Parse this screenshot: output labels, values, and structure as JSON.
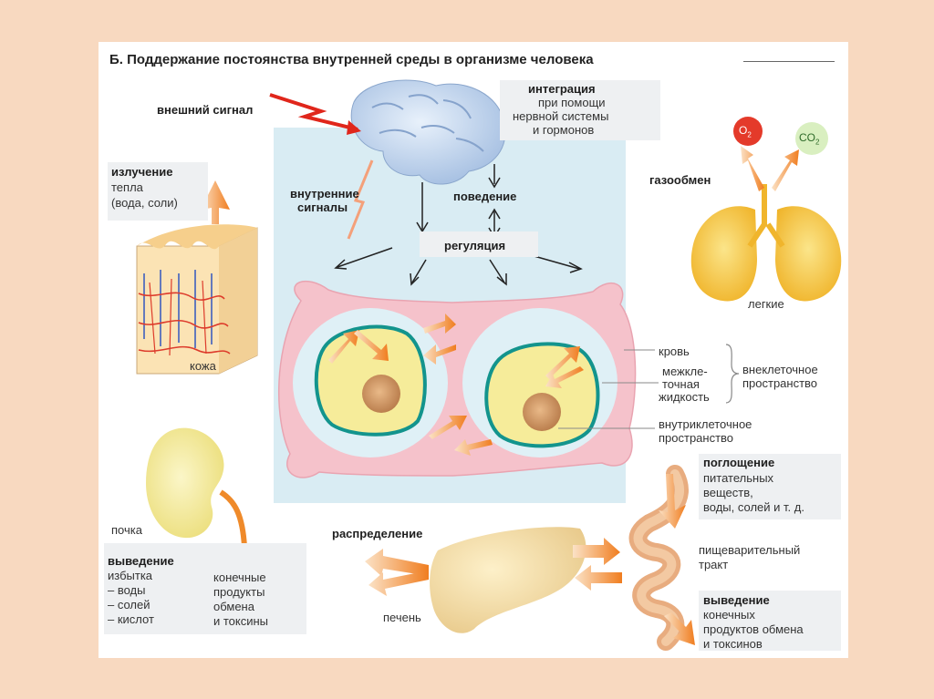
{
  "title": "Б. Поддержание постоянства внутренней среды в организме человека",
  "labels": {
    "external_signal": "внешний сигнал",
    "integration_title": "интеграция",
    "integration_line1": "при помощи",
    "integration_line2": "нервной системы",
    "integration_line3": "и гормонов",
    "internal_signals_line1": "внутренние",
    "internal_signals_line2": "сигналы",
    "behavior": "поведение",
    "regulation": "регуляция",
    "emission_title": "излучение",
    "emission_line1": "тепла",
    "emission_line2": "(вода, соли)",
    "skin": "кожа",
    "gas_exchange": "газообмен",
    "o2": "O",
    "o2_sub": "2",
    "co2": "CO",
    "co2_sub": "2",
    "lungs": "легкие",
    "blood": "кровь",
    "interstitial_line1": "межкле-",
    "interstitial_line2": "точная",
    "interstitial_line3": "жидкость",
    "extracellular_line1": "внеклеточное",
    "extracellular_line2": "пространство",
    "intracellular_line1": "внутриклеточное",
    "intracellular_line2": "пространство",
    "absorption_title": "поглощение",
    "absorption_line1": "питательных",
    "absorption_line2": "веществ,",
    "absorption_line3": "воды, солей и т. д.",
    "digestive_line1": "пищеварительный",
    "digestive_line2": "тракт",
    "excretion_right_title": "выведение",
    "excretion_right_line1": "конечных",
    "excretion_right_line2": "продуктов обмена",
    "excretion_right_line3": "и токсинов",
    "distribution": "распределение",
    "liver": "печень",
    "kidney": "почка",
    "excretion_left_title": "выведение",
    "excess": "избытка",
    "water": "– воды",
    "salts": "– солей",
    "acids": "– кислот",
    "end_products_line1": "конечные",
    "end_products_line2": "продукты",
    "end_products_line3": "обмена",
    "end_products_line4": "и токсины"
  },
  "colors": {
    "page_bg": "#f8d9c0",
    "fluid_panel": "#d9ecf3",
    "blood_wall": "#f2bcc5",
    "cell_cytoplasm": "#f6ec9a",
    "cell_membrane": "#13948d",
    "nucleus": "#c98a55",
    "arrow_orange": "#f08a2e",
    "signal_red": "#e0261b",
    "lung_yellow": "#f3c33a"
  }
}
